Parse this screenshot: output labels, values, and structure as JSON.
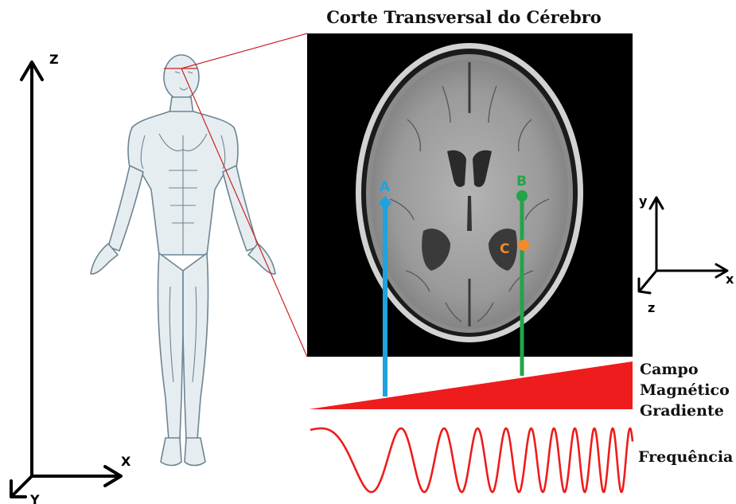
{
  "title": "Corte Transversal do Cérebro",
  "gradient_label": [
    "Campo",
    "Magnético",
    "Gradiente"
  ],
  "frequency_label": "Frequência",
  "body_axes": {
    "vertical": "Z",
    "horizontal": "X",
    "depth": "Y"
  },
  "slice_axes": {
    "vertical": "y",
    "horizontal": "x",
    "depth": "z"
  },
  "points": [
    {
      "name": "A",
      "color": "#1fa3dc"
    },
    {
      "name": "B",
      "color": "#22a548"
    },
    {
      "name": "C",
      "color": "#f08a2c"
    }
  ],
  "colors": {
    "gradient": "#ee1c1c",
    "wave": "#ee1c1c",
    "connector": "#cc2222",
    "mri_background": "#000000"
  }
}
